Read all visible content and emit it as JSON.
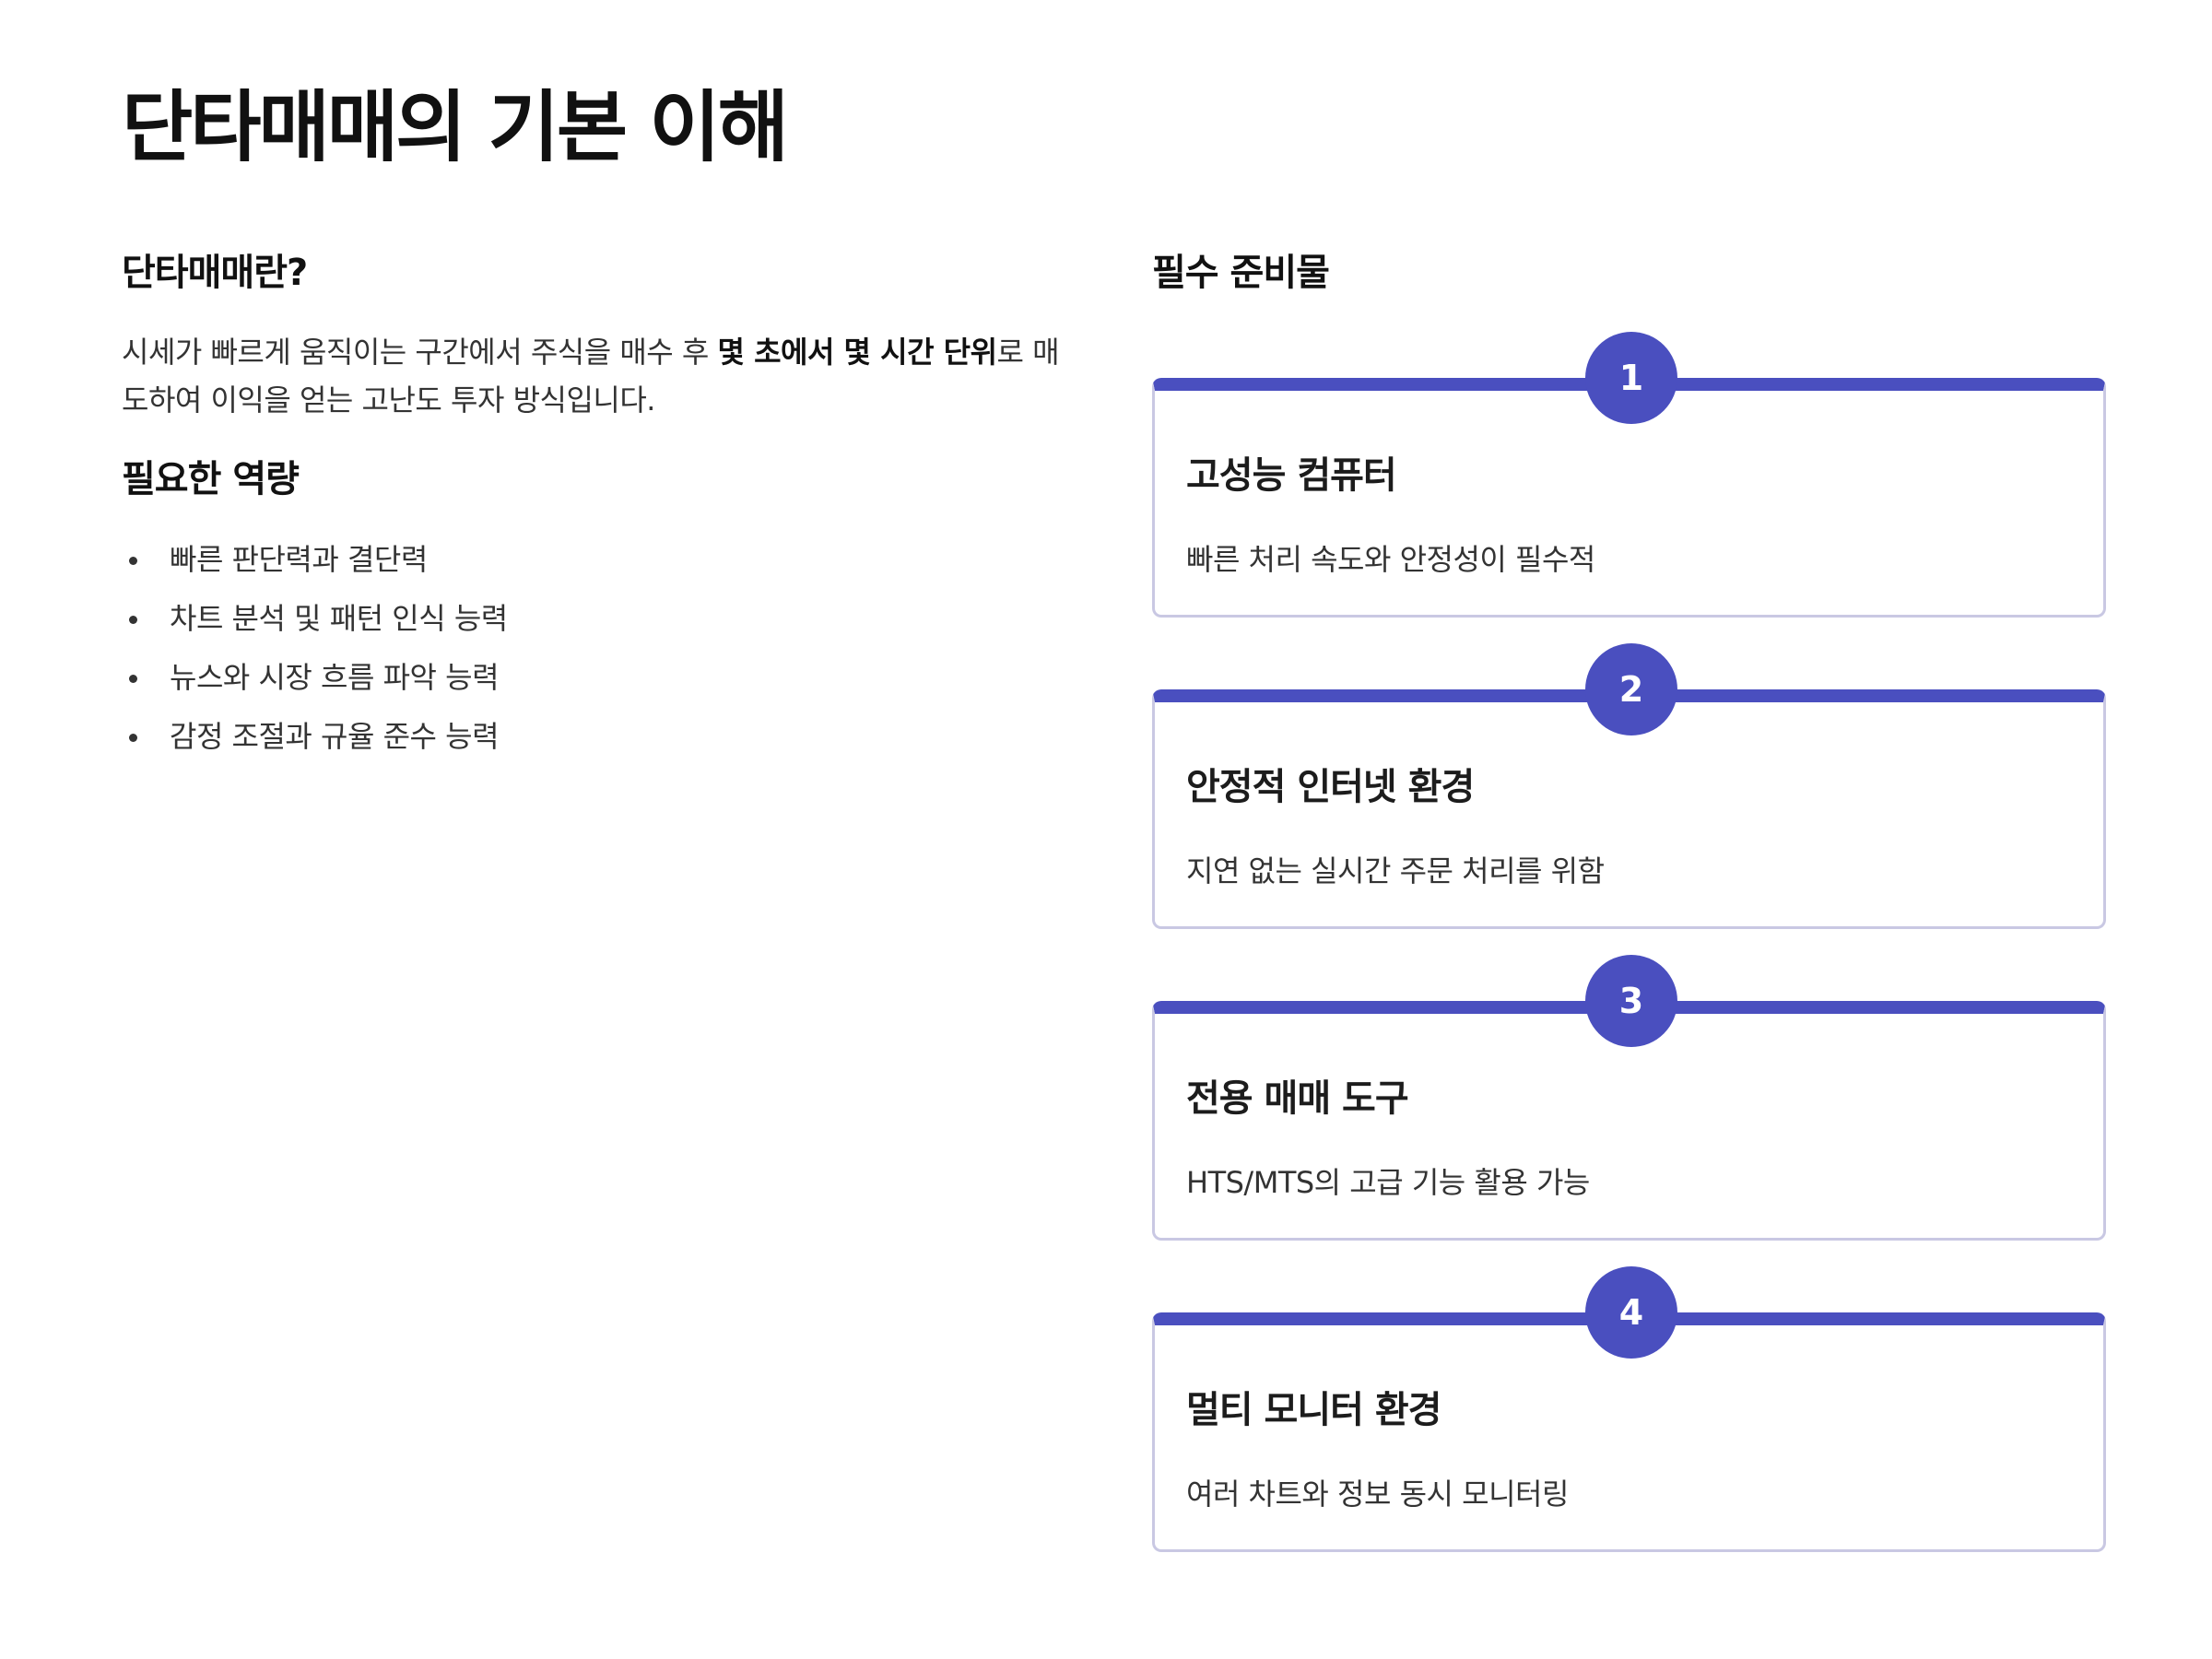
{
  "title": "단타매매의 기본 이해",
  "intro": {
    "heading": "단타매매란?",
    "text_before": "시세가 빠르게 움직이는 구간에서 주식을 매수 후 ",
    "text_bold": "몇 초에서 몇 시간 단위",
    "text_after": "로 매도하여 이익을 얻는 고난도 투자 방식입니다."
  },
  "abilities": {
    "heading": "필요한 역량",
    "items": [
      "빠른 판단력과 결단력",
      "차트 분석 및 패턴 인식 능력",
      "뉴스와 시장 흐름 파악 능력",
      "감정 조절과 규율 준수 능력"
    ]
  },
  "essentials": {
    "heading": "필수 준비물",
    "cards": [
      {
        "number": "1",
        "title": "고성능 컴퓨터",
        "desc": "빠른 처리 속도와 안정성이 필수적"
      },
      {
        "number": "2",
        "title": "안정적 인터넷 환경",
        "desc": "지연 없는 실시간 주문 처리를 위함"
      },
      {
        "number": "3",
        "title": "전용 매매 도구",
        "desc": "HTS/MTS의 고급 기능 활용 가능"
      },
      {
        "number": "4",
        "title": "멀티 모니터 환경",
        "desc": "여러 차트와 정보 동시 모니터링"
      }
    ]
  },
  "colors": {
    "accent": "#4a4fbf",
    "card_border": "#c9c8e3",
    "text": "#333333"
  }
}
